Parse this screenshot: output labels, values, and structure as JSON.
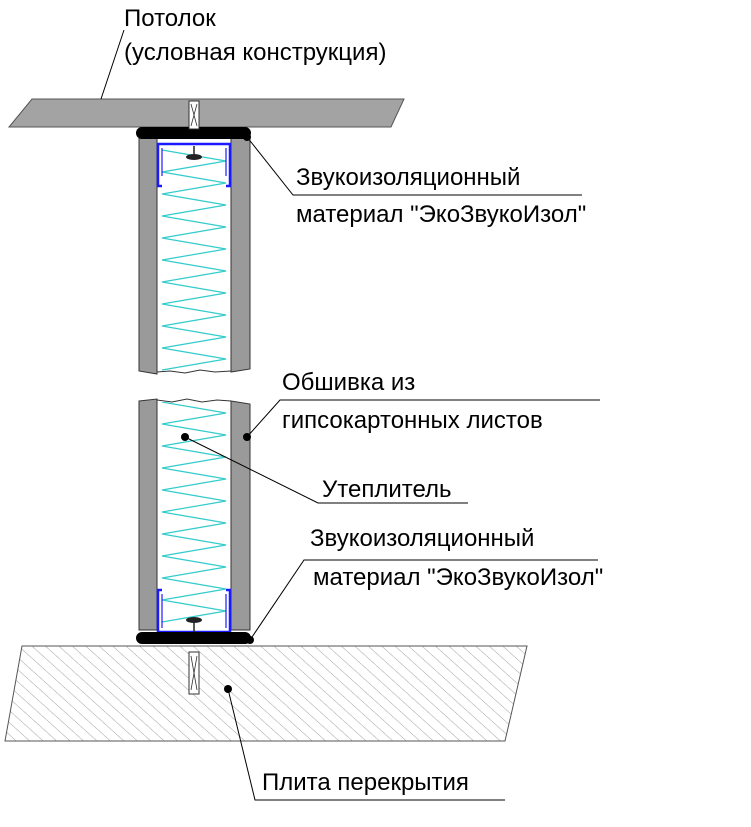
{
  "labels": {
    "ceiling_line1": "Потолок",
    "ceiling_line2": "(условная конструкция)",
    "sound_top_line1": "Звукоизоляционный",
    "sound_top_line2": "материал \"ЭкоЗвукоИзол\"",
    "drywall_line1": "Обшивка из",
    "drywall_line2": "гипсокартонных листов",
    "insulation": "Утеплитель",
    "sound_bottom_line1": "Звукоизоляционный",
    "sound_bottom_line2": "материал \"ЭкоЗвукоИзол\"",
    "floor_slab": "Плита перекрытия"
  },
  "colors": {
    "ceiling_fill": "#a0a0a0",
    "drywall_fill": "#999999",
    "insulation_stroke": "#33cccc",
    "profile_stroke": "#1a1aff",
    "seal_fill": "#000000",
    "slab_hatch": "#808080"
  },
  "icons": [
    "anchor-bolt-icon"
  ]
}
